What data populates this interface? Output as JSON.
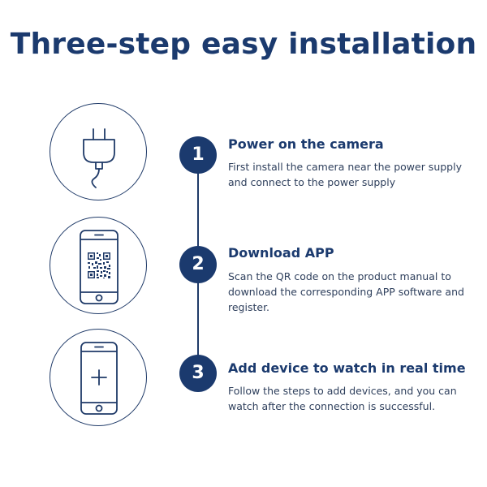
{
  "title": "Three-step easy installation",
  "steps": [
    {
      "number": "1",
      "icon": "power-plug-icon",
      "title": "Power on the camera",
      "description": "First install the camera near the power supply and connect to the power supply"
    },
    {
      "number": "2",
      "icon": "phone-qr-code-icon",
      "title": "Download APP",
      "description": "Scan the QR code on the product manual to download the corresponding APP software and register."
    },
    {
      "number": "3",
      "icon": "phone-add-icon",
      "title": "Add device to watch in real time",
      "description": "Follow the steps to add devices, and you can watch after the connection is successful."
    }
  ],
  "colors": {
    "primary": "#1b3a6e",
    "text": "#2e3f5c",
    "background": "#ffffff"
  }
}
